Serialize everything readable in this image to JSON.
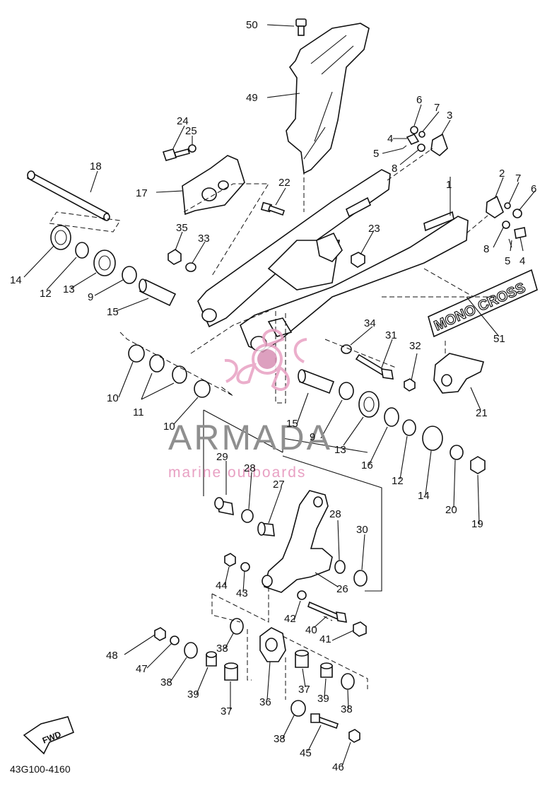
{
  "diagram": {
    "labels": [
      {
        "id": "50",
        "text": "50"
      },
      {
        "id": "49",
        "text": "49"
      },
      {
        "id": "24",
        "text": "24"
      },
      {
        "id": "25",
        "text": "25"
      },
      {
        "id": "18",
        "text": "18"
      },
      {
        "id": "17",
        "text": "17"
      },
      {
        "id": "22",
        "text": "22"
      },
      {
        "id": "6a",
        "text": "6"
      },
      {
        "id": "7a",
        "text": "7"
      },
      {
        "id": "3",
        "text": "3"
      },
      {
        "id": "4a",
        "text": "4"
      },
      {
        "id": "5a",
        "text": "5"
      },
      {
        "id": "8a",
        "text": "8"
      },
      {
        "id": "1",
        "text": "1"
      },
      {
        "id": "2",
        "text": "2"
      },
      {
        "id": "7b",
        "text": "7"
      },
      {
        "id": "6b",
        "text": "6"
      },
      {
        "id": "8b",
        "text": "8"
      },
      {
        "id": "5b",
        "text": "5"
      },
      {
        "id": "4b",
        "text": "4"
      },
      {
        "id": "35",
        "text": "35"
      },
      {
        "id": "33",
        "text": "33"
      },
      {
        "id": "23",
        "text": "23"
      },
      {
        "id": "14a",
        "text": "14"
      },
      {
        "id": "12a",
        "text": "12"
      },
      {
        "id": "13a",
        "text": "13"
      },
      {
        "id": "9a",
        "text": "9"
      },
      {
        "id": "15a",
        "text": "15"
      },
      {
        "id": "51",
        "text": "51"
      },
      {
        "id": "34",
        "text": "34"
      },
      {
        "id": "31",
        "text": "31"
      },
      {
        "id": "32",
        "text": "32"
      },
      {
        "id": "21",
        "text": "21"
      },
      {
        "id": "10a",
        "text": "10"
      },
      {
        "id": "11",
        "text": "11"
      },
      {
        "id": "10b",
        "text": "10"
      },
      {
        "id": "15b",
        "text": "15"
      },
      {
        "id": "9b",
        "text": "9"
      },
      {
        "id": "13b",
        "text": "13"
      },
      {
        "id": "16",
        "text": "16"
      },
      {
        "id": "12b",
        "text": "12"
      },
      {
        "id": "14b",
        "text": "14"
      },
      {
        "id": "20",
        "text": "20"
      },
      {
        "id": "19",
        "text": "19"
      },
      {
        "id": "29",
        "text": "29"
      },
      {
        "id": "28a",
        "text": "28"
      },
      {
        "id": "27",
        "text": "27"
      },
      {
        "id": "28b",
        "text": "28"
      },
      {
        "id": "30",
        "text": "30"
      },
      {
        "id": "26",
        "text": "26"
      },
      {
        "id": "44",
        "text": "44"
      },
      {
        "id": "43",
        "text": "43"
      },
      {
        "id": "42",
        "text": "42"
      },
      {
        "id": "40",
        "text": "40"
      },
      {
        "id": "41",
        "text": "41"
      },
      {
        "id": "48",
        "text": "48"
      },
      {
        "id": "47",
        "text": "47"
      },
      {
        "id": "38a",
        "text": "38"
      },
      {
        "id": "38b",
        "text": "38"
      },
      {
        "id": "39a",
        "text": "39"
      },
      {
        "id": "37a",
        "text": "37"
      },
      {
        "id": "36",
        "text": "36"
      },
      {
        "id": "37b",
        "text": "37"
      },
      {
        "id": "39b",
        "text": "39"
      },
      {
        "id": "38c",
        "text": "38"
      },
      {
        "id": "38d",
        "text": "38"
      },
      {
        "id": "45",
        "text": "45"
      },
      {
        "id": "46",
        "text": "46"
      }
    ],
    "decal_text": "MONO CROSS",
    "fwd_text": "FWD",
    "drawing_code": "43G100-4160"
  },
  "watermark": {
    "brand": "ARMADA",
    "tagline": "marine outboards",
    "brand_color": "#8f8f8f",
    "accent_color": "#e8a0c3"
  }
}
